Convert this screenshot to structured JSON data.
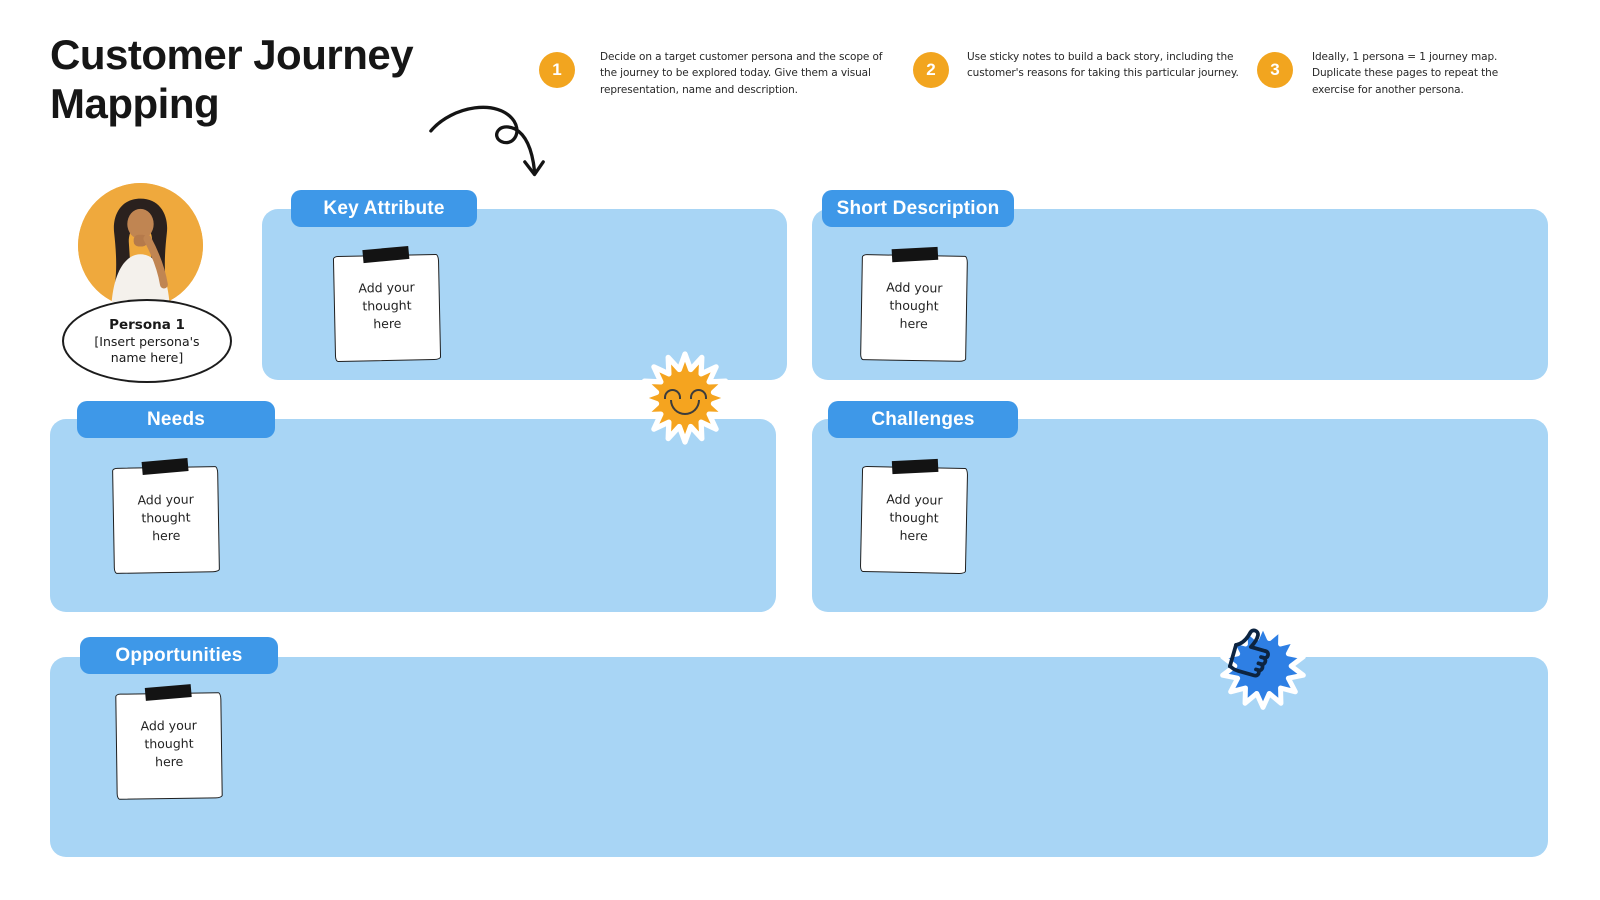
{
  "title": "Customer Journey Mapping",
  "steps": [
    {
      "number": "1",
      "text": "Decide on a target customer persona and the scope of the journey to be explored today. Give them a visual representation, name and description."
    },
    {
      "number": "2",
      "text": "Use sticky notes to build a back story, including the customer's reasons for taking this particular journey."
    },
    {
      "number": "3",
      "text": "Ideally, 1 persona = 1 journey map. Duplicate these pages to repeat the exercise for another persona."
    }
  ],
  "persona": {
    "label": "Persona 1",
    "name_placeholder": "[Insert persona's name here]"
  },
  "sections": [
    {
      "label": "Key Attribute"
    },
    {
      "label": "Short Description"
    },
    {
      "label": "Needs"
    },
    {
      "label": "Challenges"
    },
    {
      "label": "Opportunities"
    }
  ],
  "sticky_note": {
    "text": "Add your thought here"
  },
  "stickers": [
    {
      "name": "sun-smiley-sticker"
    },
    {
      "name": "thumbs-up-burst-sticker"
    },
    {
      "name": "curly-arrow-doodle"
    }
  ],
  "colors": {
    "panel_blue": "#A8D5F5",
    "badge_blue": "#3E98E8",
    "accent_orange": "#F2A51F",
    "burst_blue": "#2E7FE4",
    "ink": "#1c1c1c"
  }
}
